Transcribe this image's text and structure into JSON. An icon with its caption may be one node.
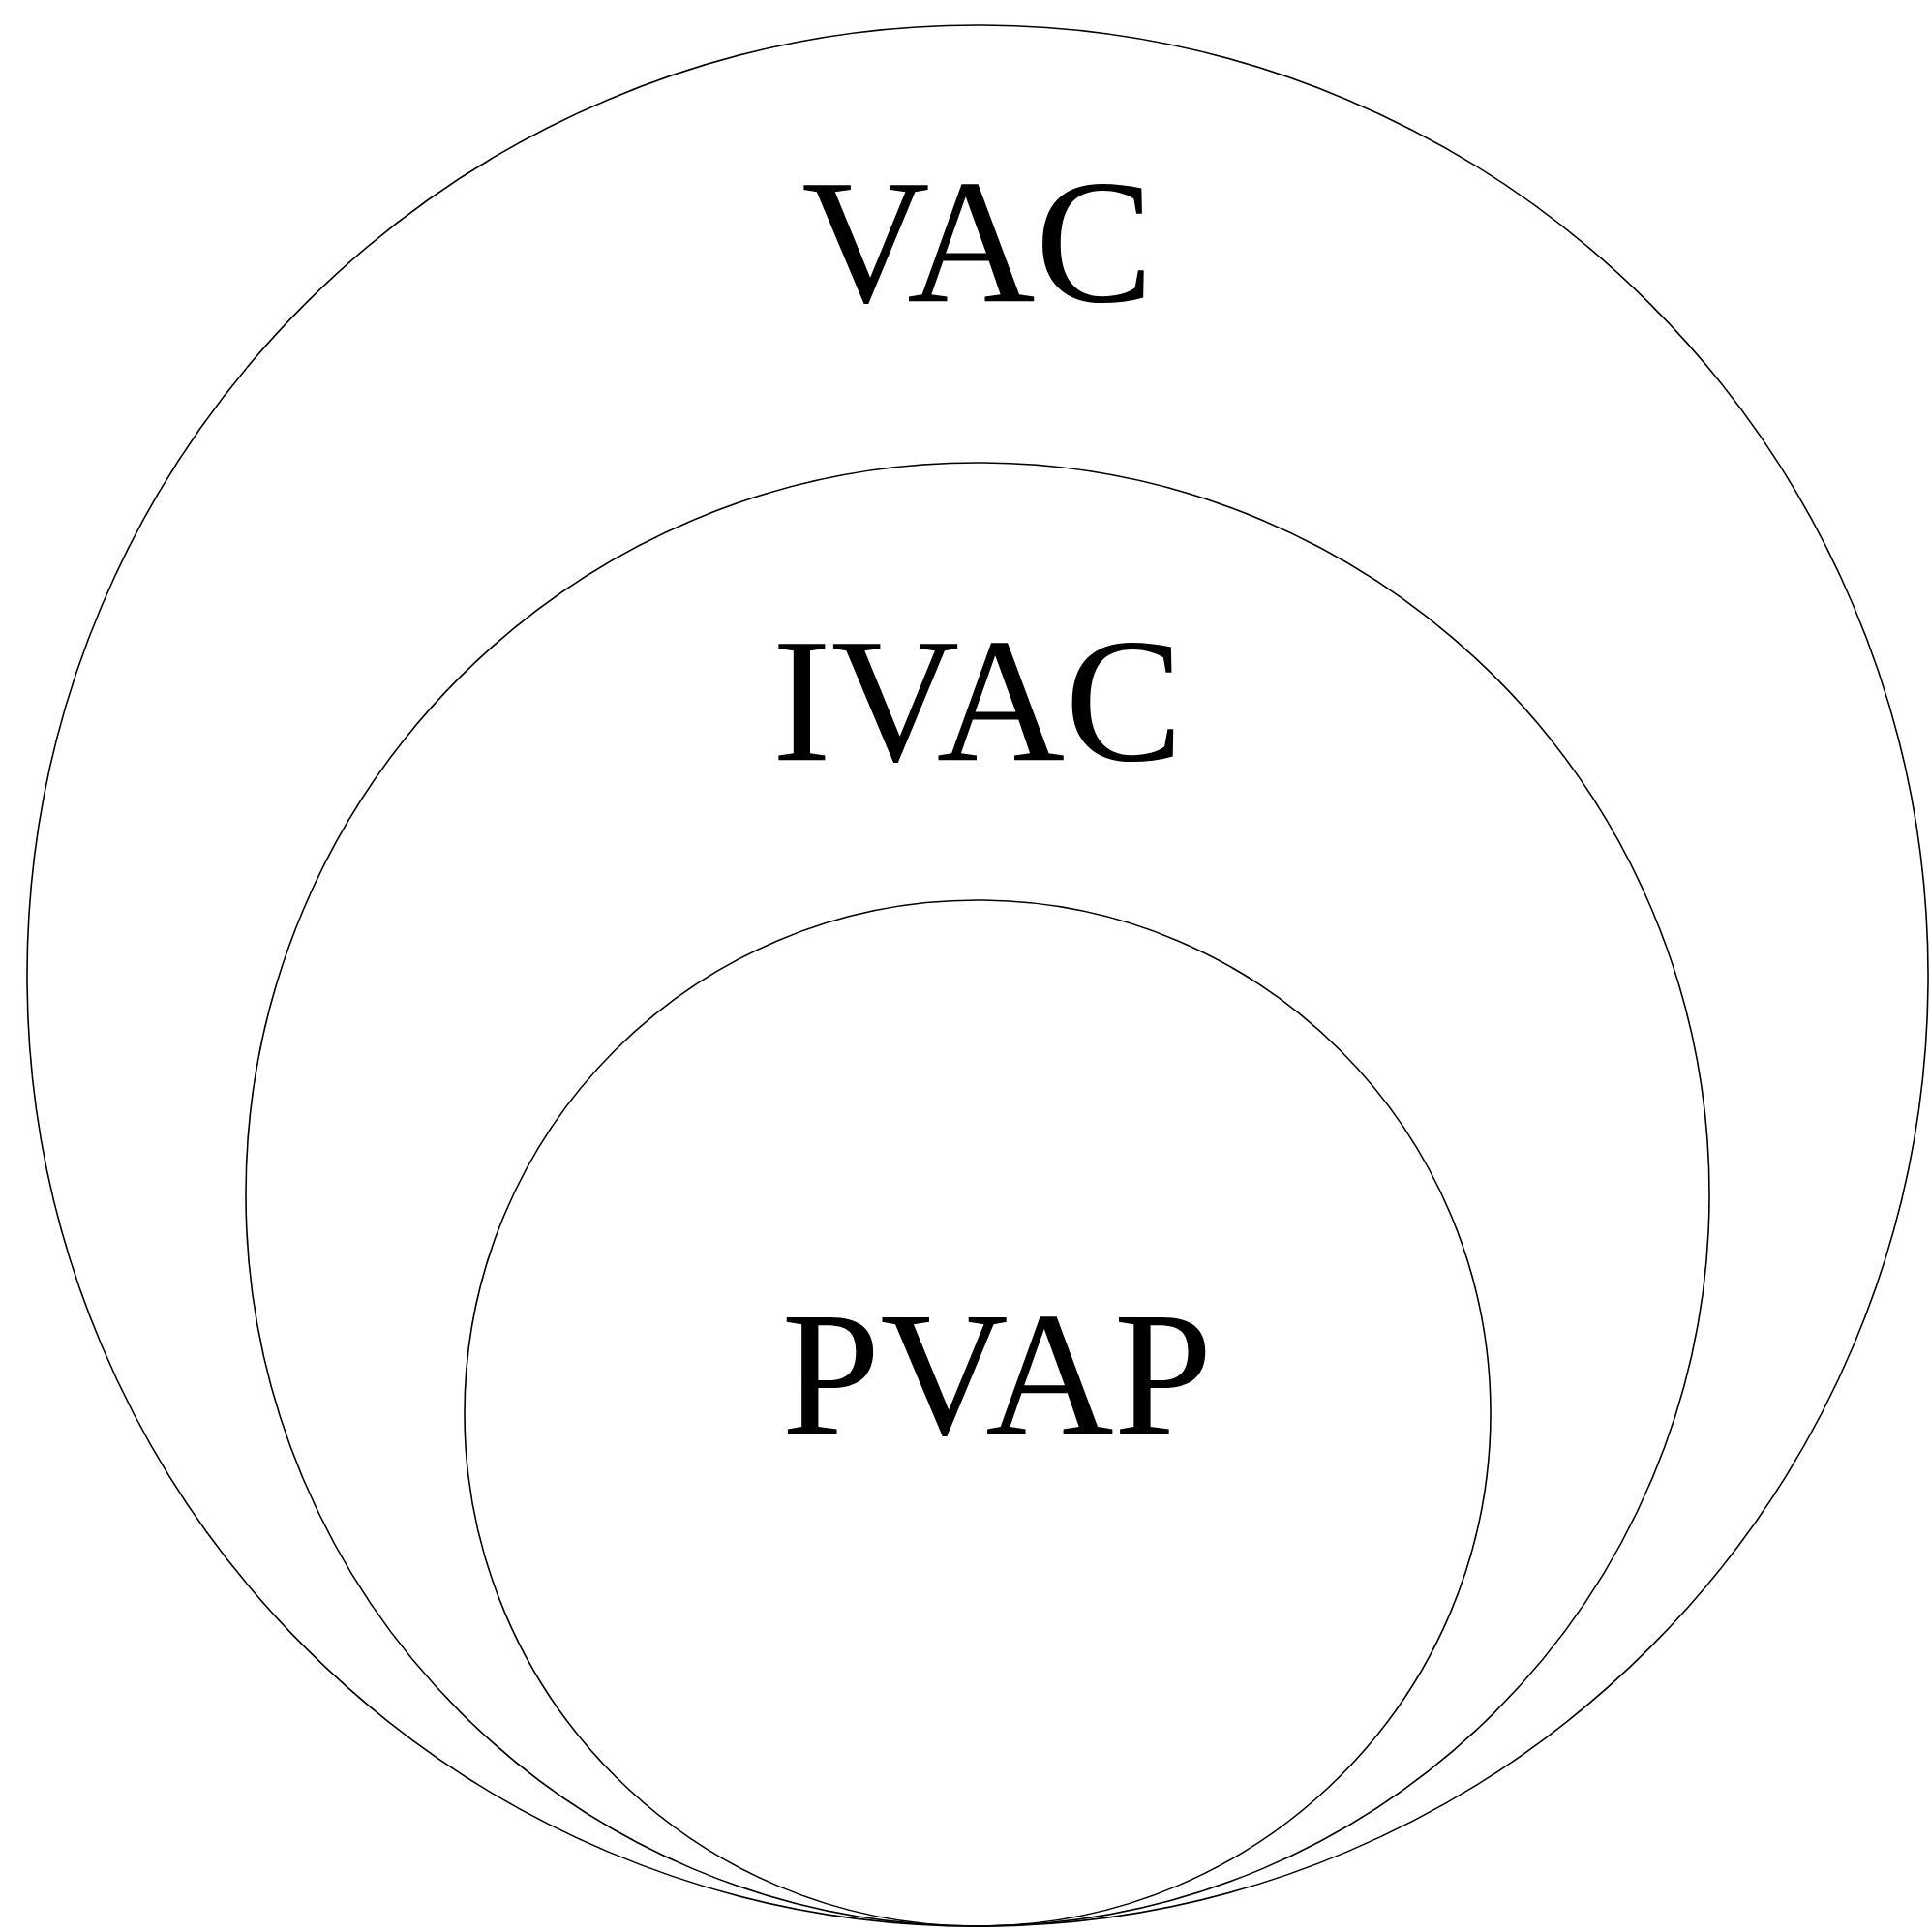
{
  "diagram": {
    "nodes": [
      {
        "text": [
          "VAC"
        ]
      },
      {
        "text": [
          "IVAC"
        ],
        "in": 0
      },
      {
        "text": [
          "PVAP"
        ],
        "in": 1
      }
    ]
  }
}
